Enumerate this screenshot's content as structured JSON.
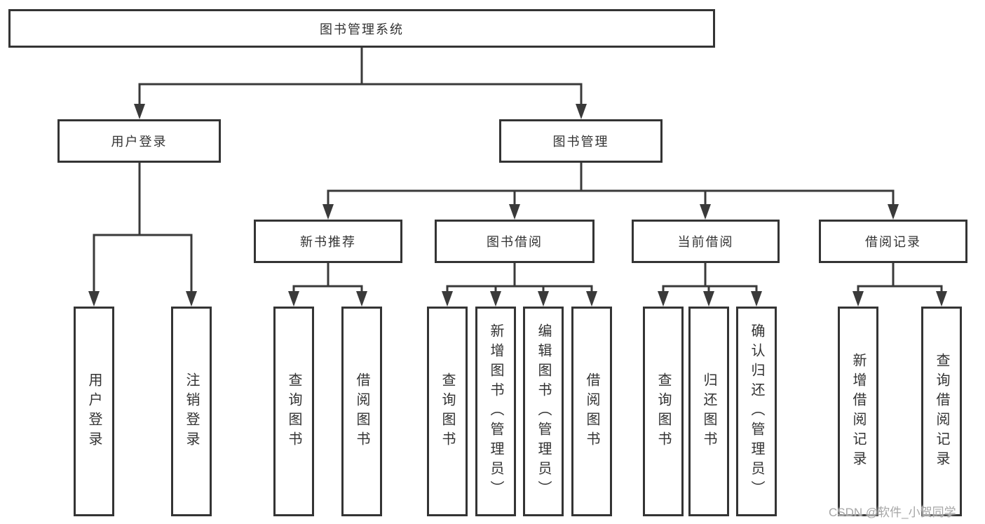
{
  "tree": {
    "label": "图书管理系统",
    "children": [
      {
        "label": "用户登录",
        "children": [
          {
            "label": "用户登录"
          },
          {
            "label": "注销登录"
          }
        ]
      },
      {
        "label": "图书管理",
        "children": [
          {
            "label": "新书推荐",
            "children": [
              {
                "label": "查询图书"
              },
              {
                "label": "借阅图书"
              }
            ]
          },
          {
            "label": "图书借阅",
            "children": [
              {
                "label": "查询图书"
              },
              {
                "label": "新增图书（管理员）"
              },
              {
                "label": "编辑图书（管理员）"
              },
              {
                "label": "借阅图书"
              }
            ]
          },
          {
            "label": "当前借阅",
            "children": [
              {
                "label": "查询图书"
              },
              {
                "label": "归还图书"
              },
              {
                "label": "确认归还（管理员）"
              }
            ]
          },
          {
            "label": "借阅记录",
            "children": [
              {
                "label": "新增借阅记录"
              },
              {
                "label": "查询借阅记录"
              }
            ]
          }
        ]
      }
    ]
  },
  "watermark": {
    "text": "CSDN @软件_小贺同学"
  },
  "colors": {
    "line": "#3a3a3a",
    "box_border": "#343434",
    "text": "#333333",
    "watermark_text": "#a6a6a6",
    "background": "#ffffff"
  }
}
